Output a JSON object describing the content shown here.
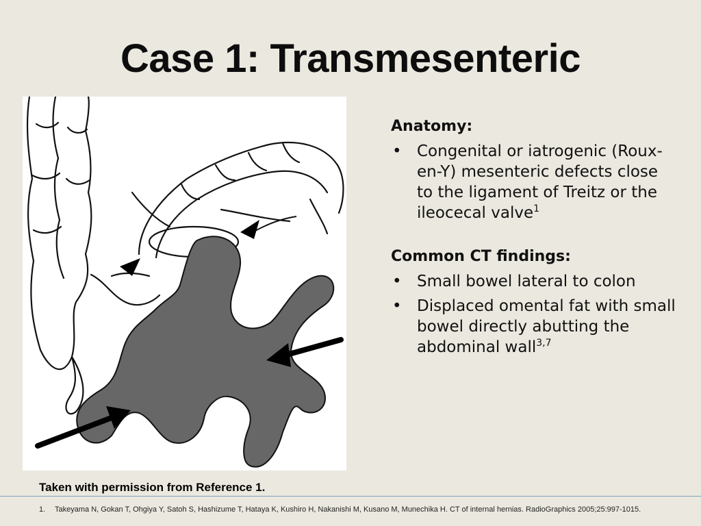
{
  "slide": {
    "title": "Case 1: Transmesenteric",
    "caption": "Taken with permission from Reference 1.",
    "sections": [
      {
        "heading": "Anatomy:",
        "bullets": [
          {
            "text": "Congenital  or iatrogenic (Roux-en-Y) mesenteric defects close to the ligament of Treitz or the ileocecal valve",
            "sup": "1"
          }
        ]
      },
      {
        "heading": "Common CT findings:",
        "bullets": [
          {
            "text": "Small bowel lateral to colon",
            "sup": ""
          },
          {
            "text": "Displaced omental fat with small bowel directly abutting the abdominal wall",
            "sup": "3,7"
          }
        ]
      }
    ],
    "bullet_glyph": "•",
    "footnote": {
      "number": "1.",
      "text": "Takeyama N, Gokan T, Ohgiya Y, Satoh S, Hashizume T, Hataya K, Kushiro H, Nakanishi M, Kusano M, Munechika H. CT of internal hernias. RadioGraphics 2005;25:997-1015."
    }
  },
  "figure": {
    "description_icon": "bowel-diagram",
    "colors": {
      "herniated_bowel": "#676767",
      "outline": "#111111",
      "background": "#ffffff"
    }
  }
}
